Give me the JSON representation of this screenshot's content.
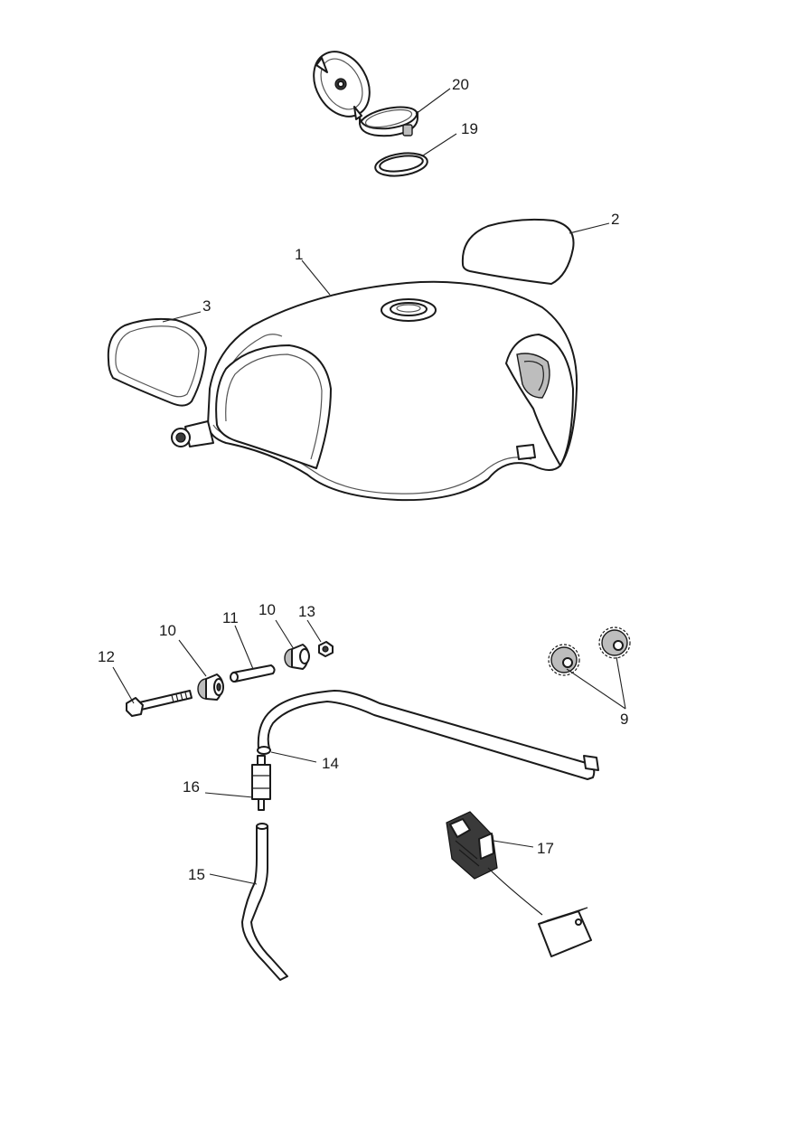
{
  "callouts": {
    "c1": "1",
    "c2": "2",
    "c3": "3",
    "c9": "9",
    "c10a": "10",
    "c10b": "10",
    "c11": "11",
    "c12": "12",
    "c13": "13",
    "c14": "14",
    "c15": "15",
    "c16": "16",
    "c17": "17",
    "c19": "19",
    "c20": "20"
  },
  "colors": {
    "line": "#1a1a1a",
    "background": "#ffffff"
  }
}
